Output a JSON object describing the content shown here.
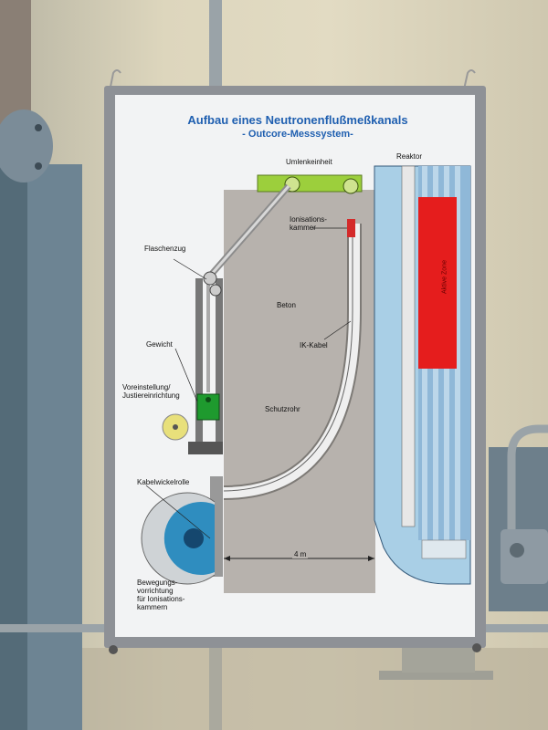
{
  "sign": {
    "title": "Aufbau eines Neutronenflußmeßkanals",
    "subtitle": "- Outcore-Messsystem-"
  },
  "labels": {
    "umlenkeinheit": "Umlenkeinheit",
    "reaktor": "Reaktor",
    "ionisationskammer_1": "Ionisations-",
    "ionisationskammer_2": "kammer",
    "flaschenzug": "Flaschenzug",
    "beton": "Beton",
    "ik_kabel": "IK-Kabel",
    "gewicht": "Gewicht",
    "voreinstellung_1": "Voreinstellung/",
    "voreinstellung_2": "Justiereinrichtung",
    "schutzrohr": "Schutzrohr",
    "kabelwickelrolle": "Kabelwickelrolle",
    "distance": "4 m",
    "bewegung_1": "Bewegungs-",
    "bewegung_2": "vorrichtung",
    "bewegung_3": "für Ionisations-",
    "bewegung_4": "kammern",
    "aktive_zone": "Aktive Zone"
  },
  "colors": {
    "title_blue": "#1f5fb0",
    "concrete": "#b7b2ad",
    "reactor_blue": "#a9cfe6",
    "active_zone_red": "#e51d1d",
    "deflector_green": "#9ccf3c",
    "weight_green": "#1e9a2e"
  }
}
